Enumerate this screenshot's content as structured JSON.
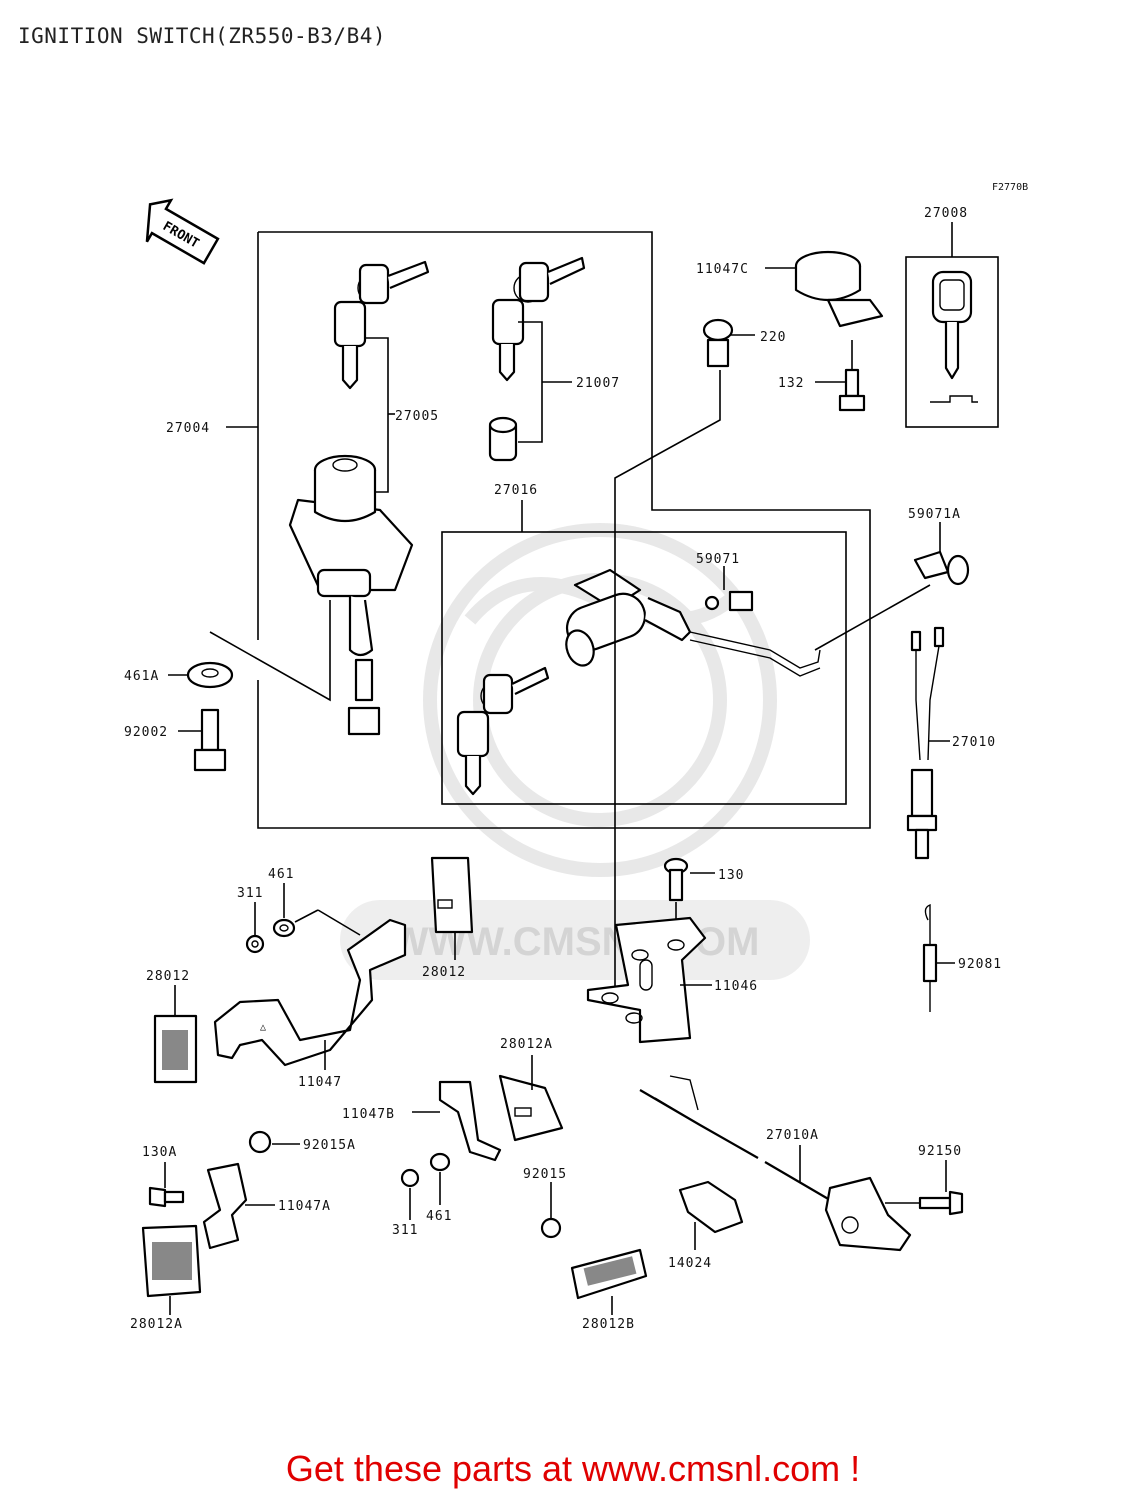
{
  "title": "IGNITION SWITCH(ZR550-B3/B4)",
  "figure_code": "F2770B",
  "front_arrow_label": "FRONT",
  "watermark_text": "WWW.CMSNL.COM",
  "footer": "Get these parts at www.cmsnl.com !",
  "callouts": {
    "p27008": "27008",
    "p11047C": "11047C",
    "p220": "220",
    "p132": "132",
    "p21007": "21007",
    "p27005": "27005",
    "p27004": "27004",
    "p27016": "27016",
    "p59071A": "59071A",
    "p59071": "59071",
    "p461A": "461A",
    "p92002": "92002",
    "p27010": "27010",
    "p461_top": "461",
    "p311_top": "311",
    "p130": "130",
    "p28012_center": "28012",
    "p28012_left": "28012",
    "p92081": "92081",
    "p11046": "11046",
    "p11047": "11047",
    "p28012A_top": "28012A",
    "p11047B": "11047B",
    "p27010A": "27010A",
    "p130A": "130A",
    "p92015A": "92015A",
    "p92150": "92150",
    "p11047A": "11047A",
    "p92015": "92015",
    "p311_bottom": "311",
    "p461_bottom": "461",
    "p14024": "14024",
    "p28012A_bottom": "28012A",
    "p28012B": "28012B"
  }
}
